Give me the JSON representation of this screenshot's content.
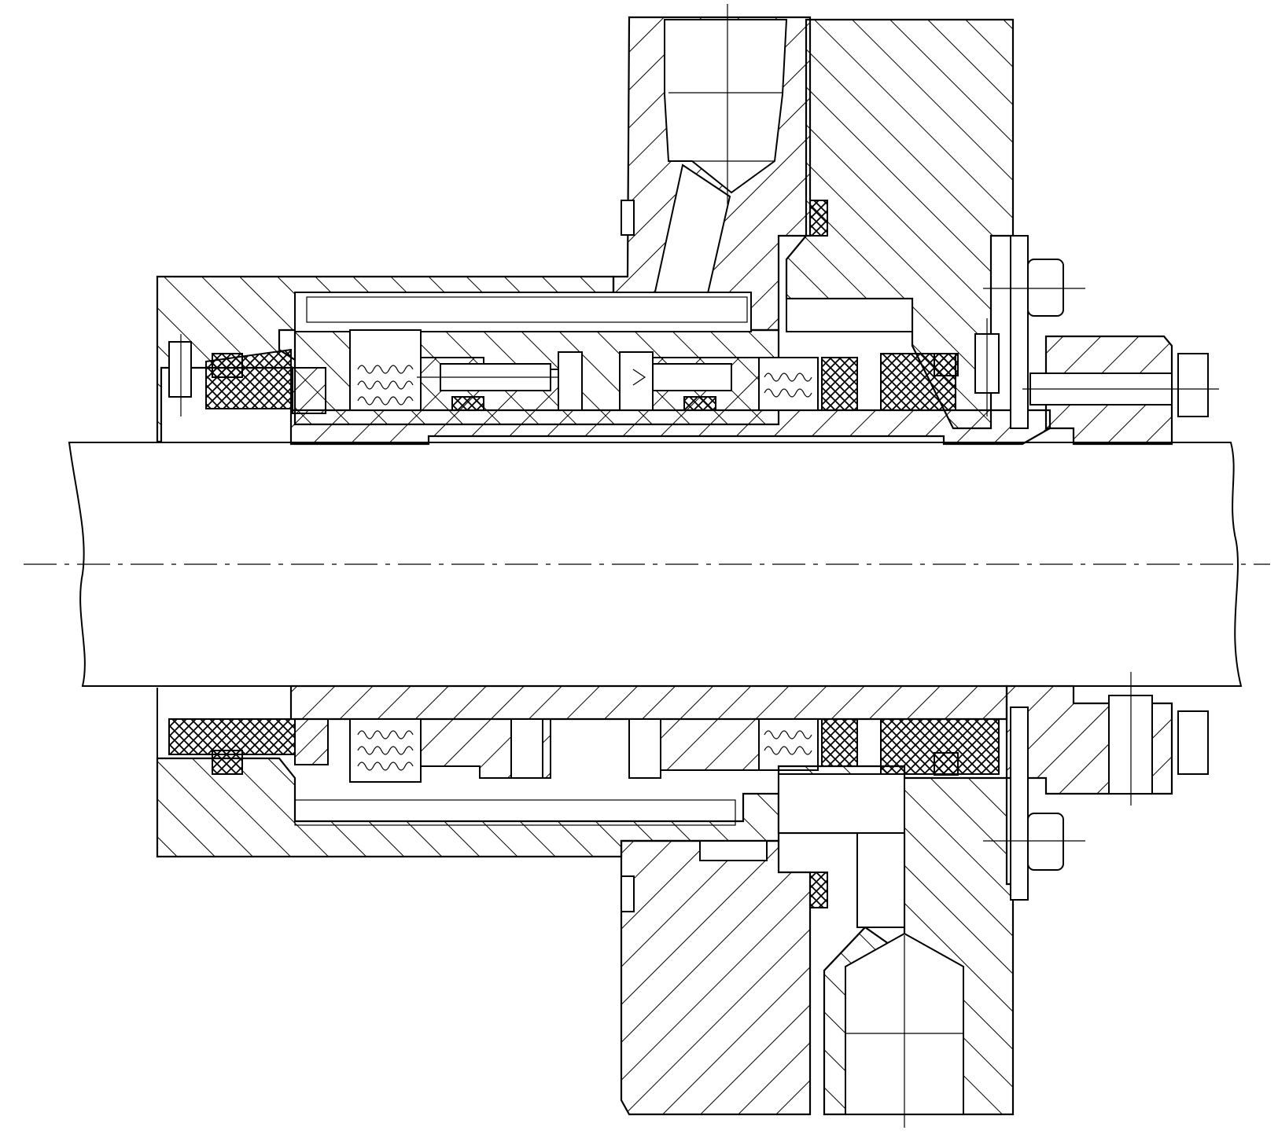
{
  "drawing": {
    "type": "mechanical-seal-cross-section",
    "colors": {
      "line": "#000000",
      "background": "#ffffff"
    },
    "parts": [
      "shaft",
      "gland-flange",
      "seal-housing",
      "seal-sleeve",
      "packing-rings",
      "o-rings",
      "springs",
      "set-screws",
      "hex-bolts",
      "collar",
      "axis-centerline"
    ]
  }
}
